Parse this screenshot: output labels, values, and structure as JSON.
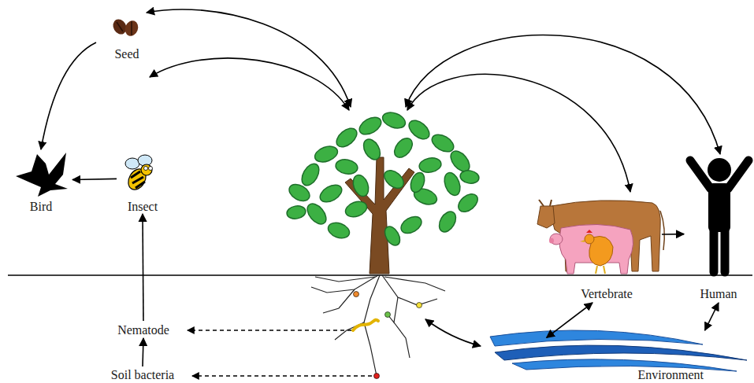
{
  "diagram": {
    "nodes": [
      {
        "text": [
          "Seed"
        ]
      },
      {
        "text": [
          "Bird"
        ]
      },
      {
        "text": [
          "Insect"
        ]
      },
      {
        "text": [
          "Nematode"
        ]
      },
      {
        "text": [
          "Soil bacteria"
        ]
      },
      {
        "text": [
          "Vertebrate"
        ]
      },
      {
        "text": [
          "Human"
        ]
      },
      {
        "text": [
          "Environment"
        ]
      }
    ],
    "edges": [
      {
        "from": 0,
        "to": 1,
        "arrow": "to"
      },
      {
        "from": 2,
        "to": 1,
        "arrow": "to"
      },
      {
        "from": 3,
        "to": 2,
        "arrow": "to"
      },
      {
        "from": 4,
        "to": 3,
        "arrow": "to"
      },
      {
        "from": 5,
        "to": 6,
        "arrow": "to"
      },
      {
        "from": 7,
        "to": 5,
        "arrow": "both"
      },
      {
        "from": 7,
        "to": 6,
        "arrow": "both"
      }
    ]
  }
}
